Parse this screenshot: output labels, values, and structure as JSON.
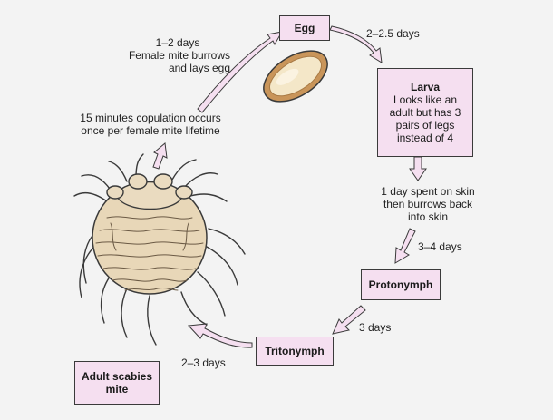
{
  "colors": {
    "background": "#f3f3f3",
    "box_fill": "#f5dff0",
    "arrow_fill": "#f5dff0",
    "outline": "#3a3a3a",
    "egg_outer": "#c9955a",
    "egg_inner": "#f4e7c8",
    "mite_body": "#e8d7b8"
  },
  "stages": {
    "egg": "Egg",
    "larva": {
      "title": "Larva",
      "line1": "Looks like an",
      "line2": "adult but has 3",
      "line3": "pairs of legs",
      "line4": "instead of 4"
    },
    "protonymph": "Protonymph",
    "tritonymph": "Tritonymph",
    "adult": {
      "line1": "Adult scabies",
      "line2": "mite"
    }
  },
  "transitions": {
    "egg_to_larva": "2–2.5 days",
    "larva_skin": {
      "line1": "1 day spent on skin",
      "line2": "then burrows back",
      "line3": "into skin"
    },
    "larva_to_protonymph": "3–4 days",
    "protonymph_to_tritonymph": "3 days",
    "tritonymph_to_adult": "2–3 days",
    "adult_to_egg": {
      "line1": "1–2 days",
      "line2": "Female mite burrows",
      "line3": "and lays egg"
    },
    "copulation": {
      "line1": "15 minutes copulation occurs",
      "line2": "once per female mite lifetime"
    }
  },
  "illustrations": {
    "egg": "scabies-egg",
    "adult": "adult-scabies-mite"
  }
}
